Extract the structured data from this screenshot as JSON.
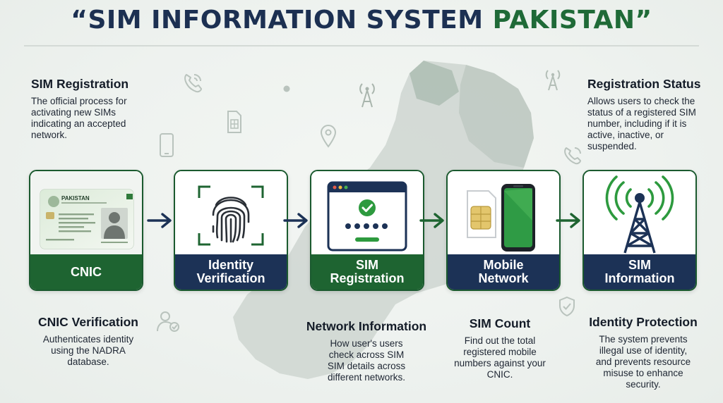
{
  "title": {
    "prefix": "“SIM INFORMATION SYSTEM ",
    "accent": "PAKISTAN”"
  },
  "colors": {
    "navy": "#1c3256",
    "green": "#1e6431",
    "accent_green": "#2d9a3e",
    "light_green": "#48b04f"
  },
  "cards": [
    {
      "label": "CNIC",
      "band": "green"
    },
    {
      "label_lines": [
        "Identity",
        "Verification"
      ],
      "band": "navy"
    },
    {
      "label_lines": [
        "SIM",
        "Registration"
      ],
      "band": "green"
    },
    {
      "label_lines": [
        "Mobile",
        "Network"
      ],
      "band": "navy"
    },
    {
      "label_lines": [
        "SIM",
        "Information"
      ],
      "band": "navy"
    }
  ],
  "cnic_card": {
    "country": "PAKISTAN"
  },
  "top_descriptions": [
    {
      "title": "SIM Registration",
      "lines": [
        "The official process for",
        "activating new SIMs",
        "indicating an accepted",
        "network."
      ]
    },
    {
      "title": "Registration Status",
      "lines": [
        "Allows users to check the",
        "status of a registered SIM",
        "number, including if it is",
        "active, inactive, or",
        "suspended."
      ]
    }
  ],
  "bottom_descriptions": [
    {
      "title": "CNIC Verification",
      "lines": [
        "Authenticates identity",
        "using the NADRA",
        "database."
      ]
    },
    {
      "title": "Network Information",
      "lines": [
        "How user's users",
        "check across SIM",
        "SIM details across",
        "different networks."
      ]
    },
    {
      "title": "SIM Count",
      "lines": [
        "Find out the total",
        "registered mobile",
        "numbers against your",
        "CNIC."
      ]
    },
    {
      "title": "Identity Protection",
      "lines": [
        "The system prevents",
        "illegal use of identity,",
        "and prevents resource",
        "misuse to enhance",
        "security."
      ]
    }
  ],
  "icons": {
    "background": [
      "phone-call-icon",
      "sim-card-icon",
      "smartphone-icon",
      "signal-tower-icon",
      "location-pin-icon",
      "user-check-icon",
      "shield-check-icon"
    ],
    "cards": [
      "cnic-card-icon",
      "fingerprint-icon",
      "registration-window-icon",
      "sim-and-phone-icon",
      "broadcast-tower-icon"
    ],
    "connectors": [
      "right-arrow-icon"
    ]
  }
}
